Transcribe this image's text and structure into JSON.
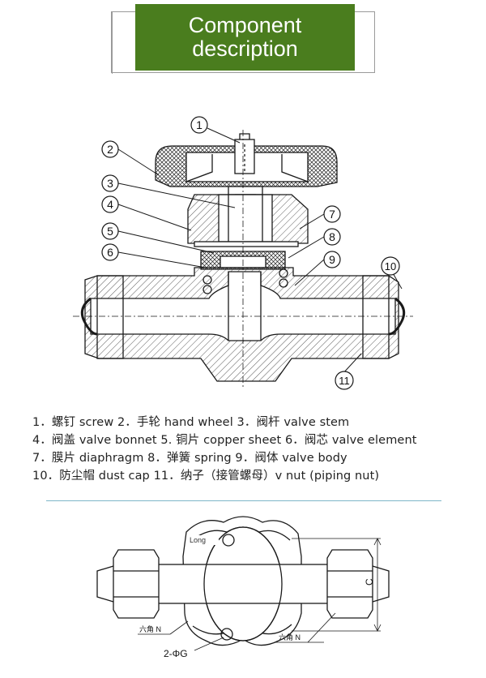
{
  "title": {
    "line1": "Component",
    "line2": "description"
  },
  "callouts": [
    "1",
    "2",
    "3",
    "4",
    "5",
    "6",
    "7",
    "8",
    "9",
    "10",
    "11"
  ],
  "legend_lines": [
    "1．螺钉 screw 2．手轮 hand wheel  3．阀杆 valve stem",
    "4．阀盖 valve bonnet  5. 铜片 copper sheet  6．阀芯 valve element",
    "7．膜片 diaphragm     8．弹簧 spring 9．阀体 valve body",
    "10．防尘帽 dust cap  11．纳子（接管螺母）v nut (piping nut)"
  ],
  "drawing_labels": {
    "logo": "Long",
    "dim_c": "C",
    "hex_left": "六角 N",
    "hex_right": "六角 N",
    "holes": "2-ΦG"
  },
  "colors": {
    "title_bg": "#4a7d1e",
    "line": "#1a1a1a",
    "divider": "#7fb7c9"
  }
}
